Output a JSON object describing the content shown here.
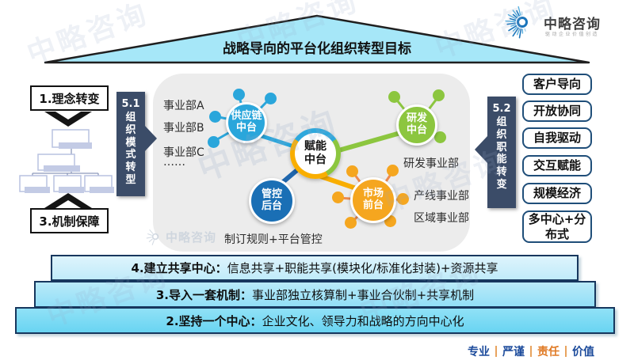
{
  "watermark": {
    "text": "中略咨询"
  },
  "logo": {
    "name": "中略咨询",
    "tagline": "驱动企业价值创造"
  },
  "roof": {
    "title": "战略导向的平台化组织转型目标"
  },
  "left_panel": {
    "concept_box": "1.理念转变",
    "mechanism_box": "3.机制保障",
    "bar_num": "5.1",
    "bar_label": "组织模式转型"
  },
  "platform": {
    "divisions": [
      "事业部A",
      "事业部B",
      "事业部C",
      "……"
    ],
    "supply_line1": "供应链",
    "supply_line2": "中台",
    "rnd_line1": "研发",
    "rnd_line2": "中台",
    "enable_line1": "赋能",
    "enable_line2": "中台",
    "market_line1": "市场",
    "market_line2": "前台",
    "control_line1": "管控",
    "control_line2": "后台",
    "rnd_division": "研发事业部",
    "product_division": "产线事业部",
    "region_division": "区域事业部",
    "control_note": "制订规则+平台管控"
  },
  "right_panel": {
    "bar_num": "5.2",
    "bar_label": "组织职能转变",
    "items": [
      "客户导向",
      "开放协同",
      "自我驱动",
      "交互赋能",
      "规模经济",
      "多中心+分布式"
    ]
  },
  "foundation": {
    "bars": [
      {
        "prefix": "4.建立共享中心：",
        "text": "信息共享+职能共享(模块化/标准化封装)+资源共享"
      },
      {
        "prefix": "3.导入一套机制：",
        "text": "事业部独立核算制+事业合伙制+共享机制"
      },
      {
        "prefix": "2.坚持一个中心：",
        "text": "企业文化、领导力和战略的方向中心化"
      }
    ]
  },
  "footer": {
    "values": [
      "专业",
      "严谨",
      "责任",
      "价值"
    ]
  },
  "colors": {
    "roof_fill": "#a6e7f8",
    "dark_bar": "#3b4c68",
    "grey_canvas": "#ececec",
    "supply_blue": "#2aa6db",
    "rnd_green": "#8cc63f",
    "market_orange": "#f5a61f",
    "control_blue": "#1a6fb5",
    "ring_yellow": "#f9ae00",
    "step1_fill": "#cfeefb",
    "step2_fill": "#a4e4f8",
    "step3_fill": "#7cdaf4",
    "navy_border": "#17375e",
    "footer_blue": "#1b4a9b",
    "footer_orange": "#e07b26"
  }
}
